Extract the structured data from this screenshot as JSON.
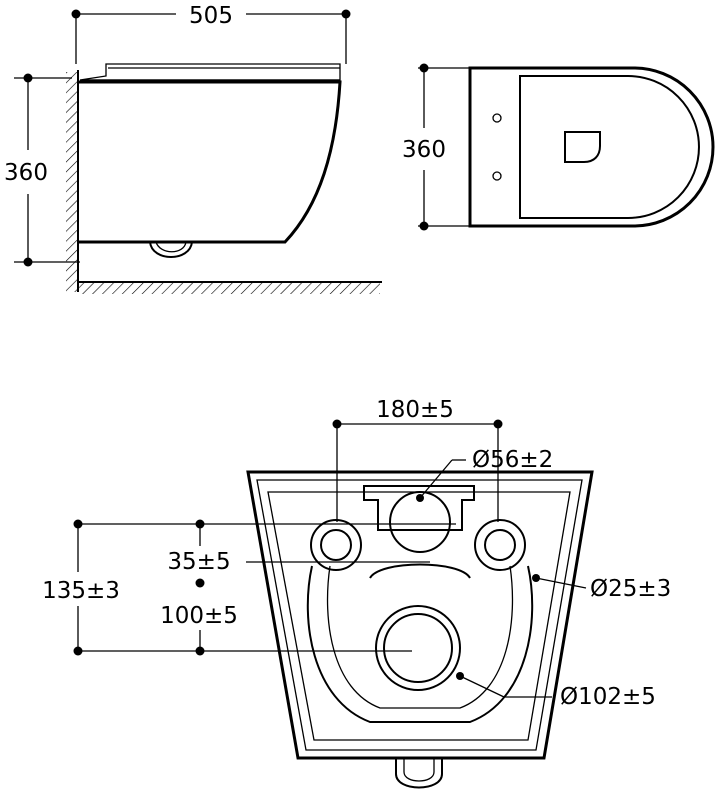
{
  "side_view": {
    "width_label": "505",
    "height_label": "360"
  },
  "top_view": {
    "height_label": "360"
  },
  "rear_view": {
    "bolt_spacing_label": "180±5",
    "inlet_diameter_label": "Ø56±2",
    "outer_height_label": "135±3",
    "inlet_offset_label": "35±5",
    "outlet_offset_label": "100±5",
    "bolt_hole_diameter_label": "Ø25±3",
    "outlet_diameter_label": "Ø102±5"
  }
}
